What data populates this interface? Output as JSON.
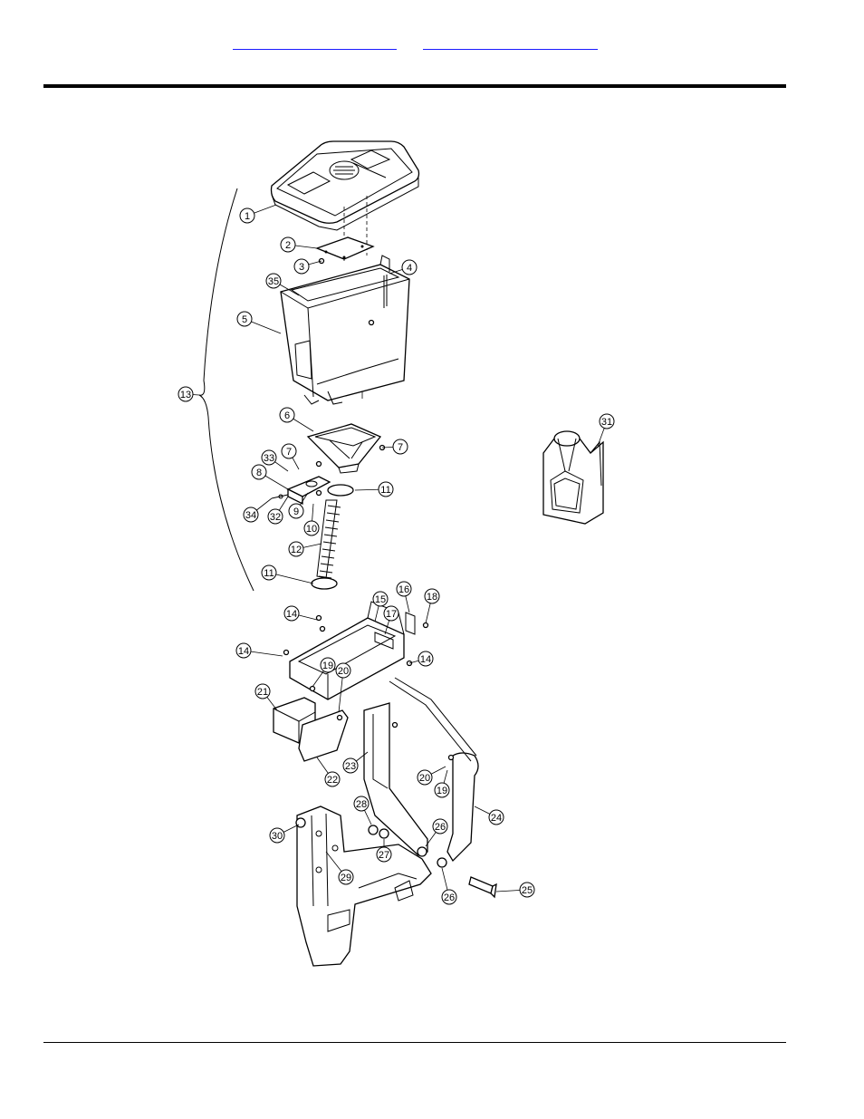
{
  "header": {
    "links": [
      {
        "text": ""
      },
      {
        "text": ""
      }
    ]
  },
  "callouts": [
    {
      "label": "1"
    },
    {
      "label": "2"
    },
    {
      "label": "3"
    },
    {
      "label": "4"
    },
    {
      "label": "35"
    },
    {
      "label": "5"
    },
    {
      "label": "13"
    },
    {
      "label": "6"
    },
    {
      "label": "7"
    },
    {
      "label": "7"
    },
    {
      "label": "33"
    },
    {
      "label": "8"
    },
    {
      "label": "9"
    },
    {
      "label": "11"
    },
    {
      "label": "34"
    },
    {
      "label": "32"
    },
    {
      "label": "10"
    },
    {
      "label": "12"
    },
    {
      "label": "11"
    },
    {
      "label": "31"
    },
    {
      "label": "16"
    },
    {
      "label": "18"
    },
    {
      "label": "15"
    },
    {
      "label": "14"
    },
    {
      "label": "17"
    },
    {
      "label": "14"
    },
    {
      "label": "14"
    },
    {
      "label": "19"
    },
    {
      "label": "20"
    },
    {
      "label": "21"
    },
    {
      "label": "23"
    },
    {
      "label": "22"
    },
    {
      "label": "20"
    },
    {
      "label": "19"
    },
    {
      "label": "24"
    },
    {
      "label": "28"
    },
    {
      "label": "26"
    },
    {
      "label": "30"
    },
    {
      "label": "27"
    },
    {
      "label": "29"
    },
    {
      "label": "26"
    },
    {
      "label": "25"
    }
  ]
}
